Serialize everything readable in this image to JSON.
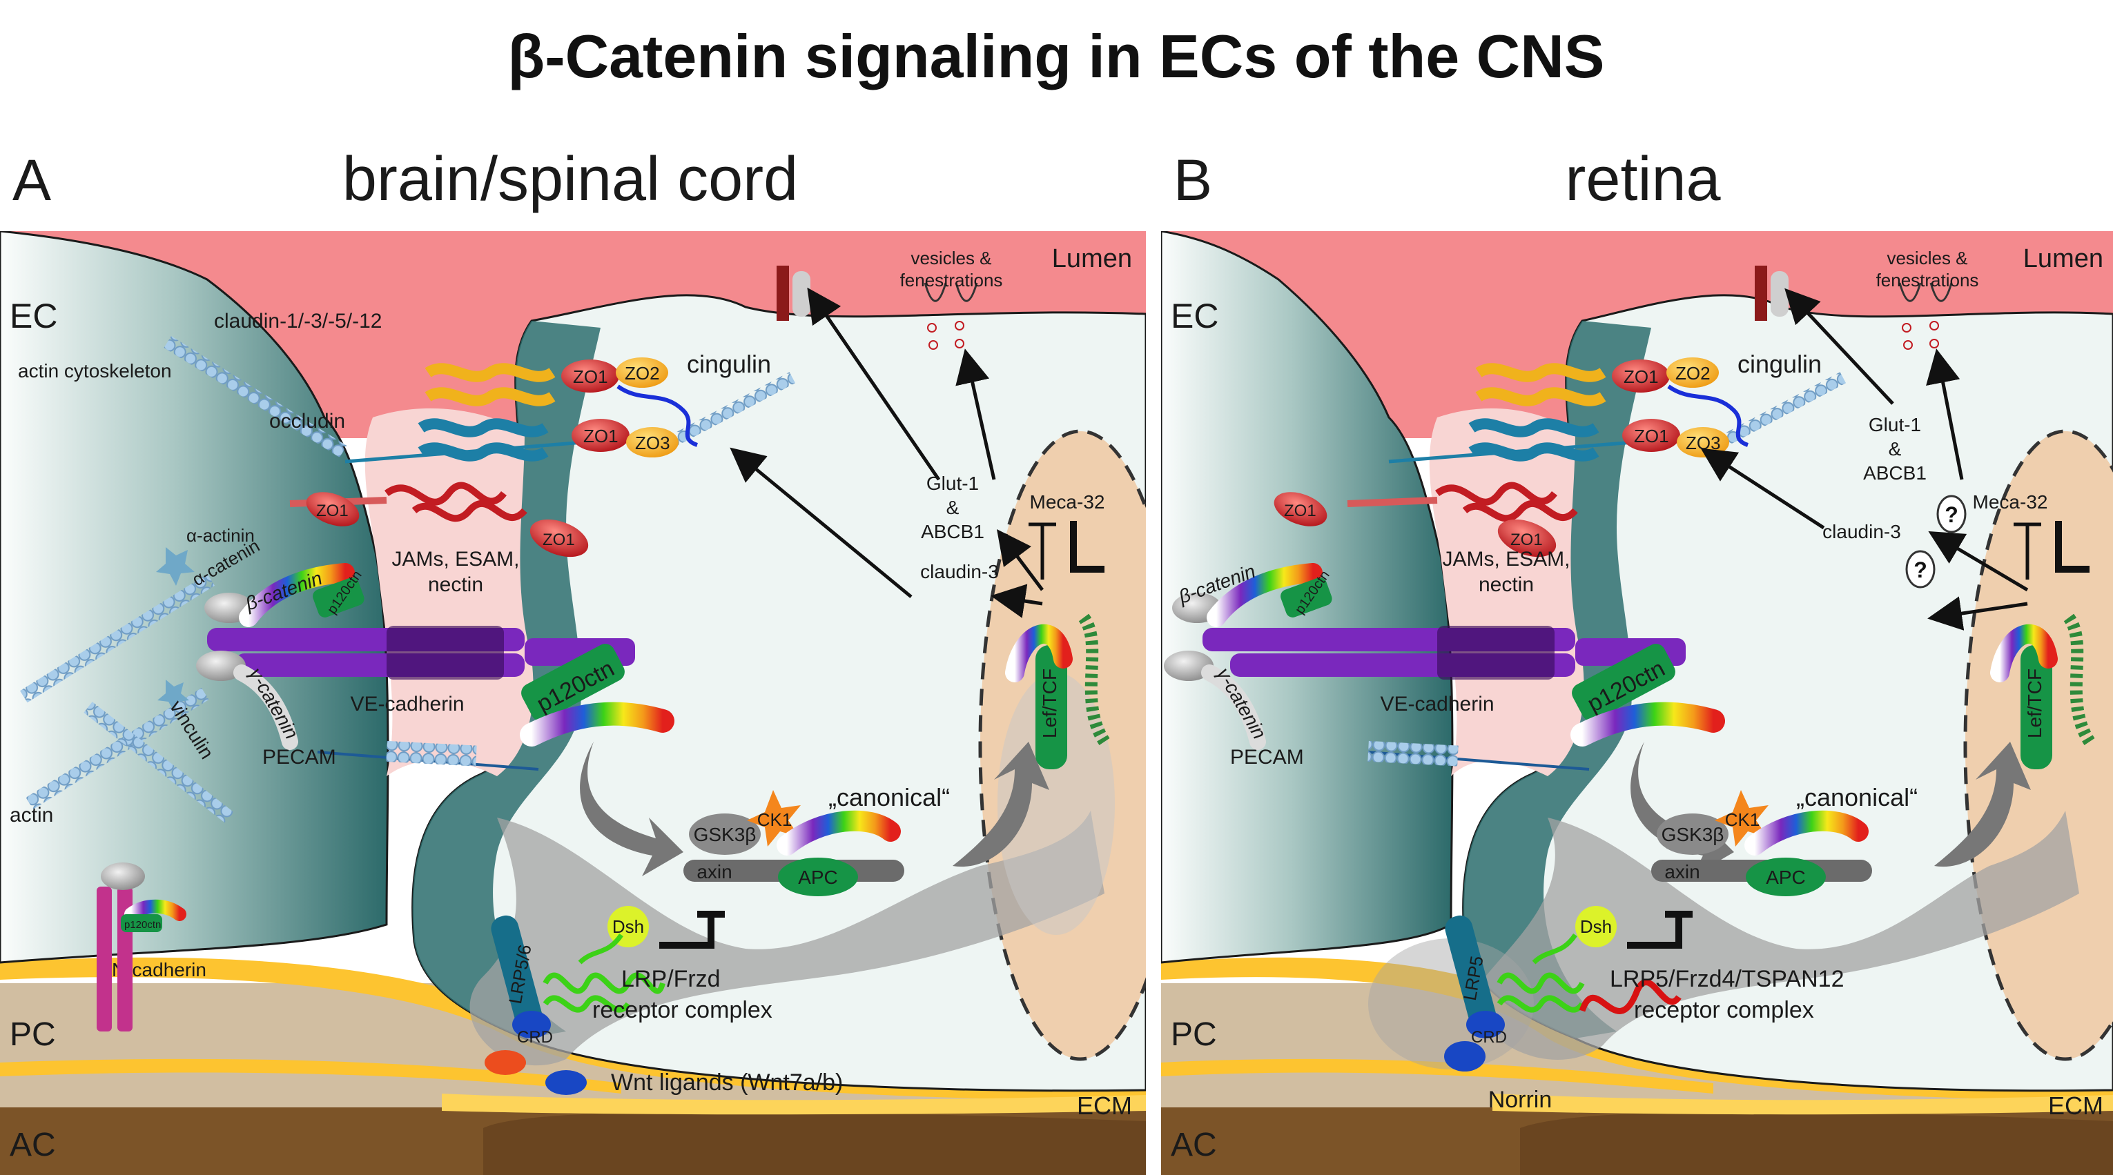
{
  "title": "β-Catenin signaling in ECs of the CNS",
  "panels": [
    {
      "letter": "A",
      "heading": "brain/spinal cord",
      "layers": {
        "lumen": "Lumen",
        "ec": "EC",
        "pc": "PC",
        "ac": "AC",
        "ecm": "ECM"
      },
      "labels": {
        "vesicles1": "vesicles &",
        "vesicles2": "fenestrations",
        "claudins": "claudin-1/-3/-5/-12",
        "occludin": "occludin",
        "cingulin": "cingulin",
        "actin_cyto": "actin cytoskeleton",
        "alpha_actinin": "α-actinin",
        "alpha_catenin": "α-catenin",
        "beta_catenin": "β-catenin",
        "gamma_catenin": "γ-catenin",
        "vinculin": "vinculin",
        "actin": "actin",
        "pecam": "PECAM",
        "jams1": "JAMs, ESAM,",
        "jams2": "nectin",
        "ve_cadherin": "VE-cadherin",
        "p120_small": "p120ctn",
        "p120_big": "p120ctn",
        "p120_pc": "p120ctn",
        "n_cadherin": "N-cadherin",
        "zo1_a": "ZO1",
        "zo2": "ZO2",
        "zo1_b": "ZO1",
        "zo3": "ZO3",
        "zo1_c": "ZO1",
        "zo1_d": "ZO1",
        "glut1": "Glut-1",
        "amp": "&",
        "abcb1": "ABCB1",
        "meca32": "Meca-32",
        "claudin3": "claudin-3",
        "canonical": "„canonical“",
        "ck1": "CK1",
        "gsk3b": "GSK3β",
        "axin": "axin",
        "apc": "APC",
        "dsh": "Dsh",
        "lef": "Lef/TCF",
        "lrp": "LRP5/6",
        "crd": "CRD",
        "receptor1": "LRP/Frzd",
        "receptor2": "receptor complex",
        "ligand": "Wnt ligands (Wnt7a/b)"
      }
    },
    {
      "letter": "B",
      "heading": "retina",
      "layers": {
        "lumen": "Lumen",
        "ec": "EC",
        "pc": "PC",
        "ac": "AC",
        "ecm": "ECM"
      },
      "labels": {
        "vesicles1": "vesicles &",
        "vesicles2": "fenestrations",
        "cingulin": "cingulin",
        "beta_catenin": "β-catenin",
        "gamma_catenin": "γ-catenin",
        "pecam": "PECAM",
        "jams1": "JAMs, ESAM,",
        "jams2": "nectin",
        "ve_cadherin": "VE-cadherin",
        "p120_small": "p120ctn",
        "p120_big": "p120ctn",
        "zo1_a": "ZO1",
        "zo2": "ZO2",
        "zo1_b": "ZO1",
        "zo3": "ZO3",
        "zo1_c": "ZO1",
        "zo1_d": "ZO1",
        "glut1": "Glut-1",
        "amp": "&",
        "abcb1": "ABCB1",
        "meca32": "Meca-32",
        "claudin3": "claudin-3",
        "q1": "?",
        "q2": "?",
        "canonical": "„canonical“",
        "ck1": "CK1",
        "gsk3b": "GSK3β",
        "axin": "axin",
        "apc": "APC",
        "dsh": "Dsh",
        "lef": "Lef/TCF",
        "lrp": "LRP5",
        "crd": "CRD",
        "receptor1": "LRP5/Frzd4/TSPAN12",
        "receptor2": "receptor complex",
        "ligand": "Norrin"
      }
    }
  ],
  "colors": {
    "lumen": "#f48a8e",
    "ec_dark": "#2e6e6e",
    "ec_light": "#eef5f3",
    "junction": "#f8d5d3",
    "nucleus": "#efcfae",
    "pc": "#d1bea1",
    "pc_band": "#fdc430",
    "ac": "#7c5428",
    "complex": "#a3a3a3",
    "zo_red": "#c21c22",
    "zo_orange": "#f4a21c",
    "p120_green": "#169446",
    "cadherin_purple": "#7a28bd",
    "actin_blue": "#9dc4e6",
    "wnt_green": "#3cd217",
    "dsh_yellow": "#dcf22a",
    "crd_blue": "#1847c4",
    "ligand_orange": "#ec4d1e",
    "norrin_red": "#d81212",
    "lrp_teal": "#166e8a"
  }
}
